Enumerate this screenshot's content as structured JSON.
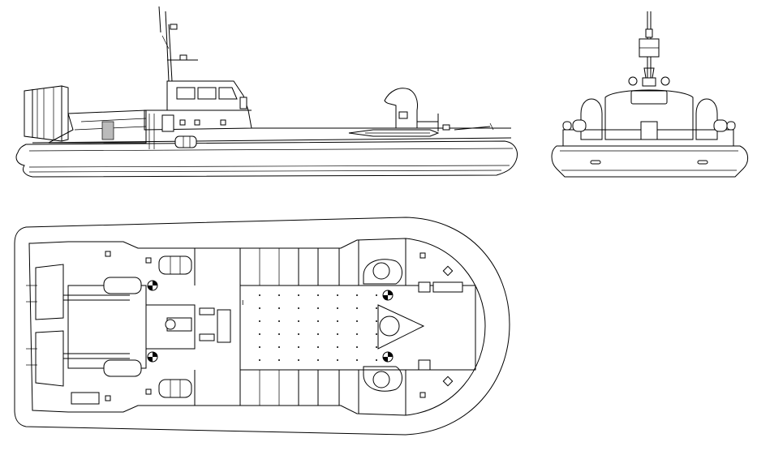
{
  "drawing": {
    "views": [
      {
        "id": "side",
        "name": "side-elevation-view"
      },
      {
        "id": "front",
        "name": "front-elevation-view"
      },
      {
        "id": "plan",
        "name": "plan-view"
      }
    ],
    "plan_marker_text": "I",
    "line_color": "#000000",
    "background_color": "#ffffff"
  }
}
